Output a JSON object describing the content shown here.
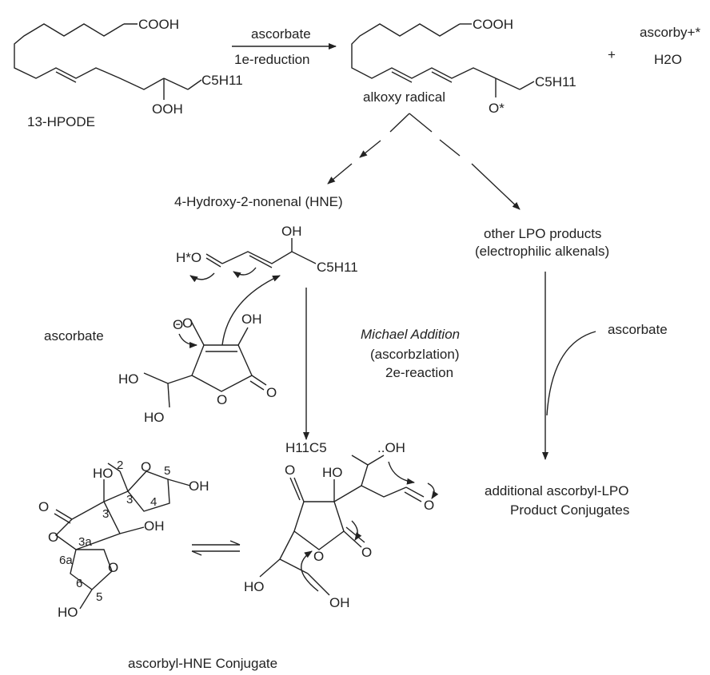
{
  "scheme": {
    "compounds": {
      "hpode": "13-HPODE",
      "alkoxy": "alkoxy radical",
      "hne": "4-Hydroxy-2-nonenal (HNE)",
      "lpo_line1": "other LPO products",
      "lpo_line2": "(electrophilic alkenals)",
      "conjugate": "ascorbyl-HNE Conjugate",
      "additional_line1": "additional ascorbyl-LPO",
      "additional_line2": "Product Conjugates"
    },
    "reagents": {
      "ascorbate_top": "ascorbate",
      "reduction": "1e-reduction",
      "ascorbate_left": "ascorbate",
      "ascorbate_right": "ascorbate",
      "byproduct_line1": "ascorby+*",
      "byproduct_line2": "H2O",
      "plus": "+"
    },
    "reaction": {
      "line1": "Michael Addition",
      "line2": "(ascorbzlation)",
      "line3": "2e-reaction"
    },
    "atoms": {
      "cooh": "COOH",
      "c5h11": "C5H11",
      "h11c5": "H11C5",
      "ooh": "OOH",
      "o_radical": "O*",
      "h_star_o": "H*O",
      "oh": "OH",
      "ho": "HO",
      "o": "O",
      "o_minus": "Θ",
      "oh_lone": "..OH"
    },
    "ring_numbers": [
      "2",
      "3",
      "3",
      "4",
      "5",
      "3a",
      "6a",
      "6",
      "5"
    ]
  }
}
